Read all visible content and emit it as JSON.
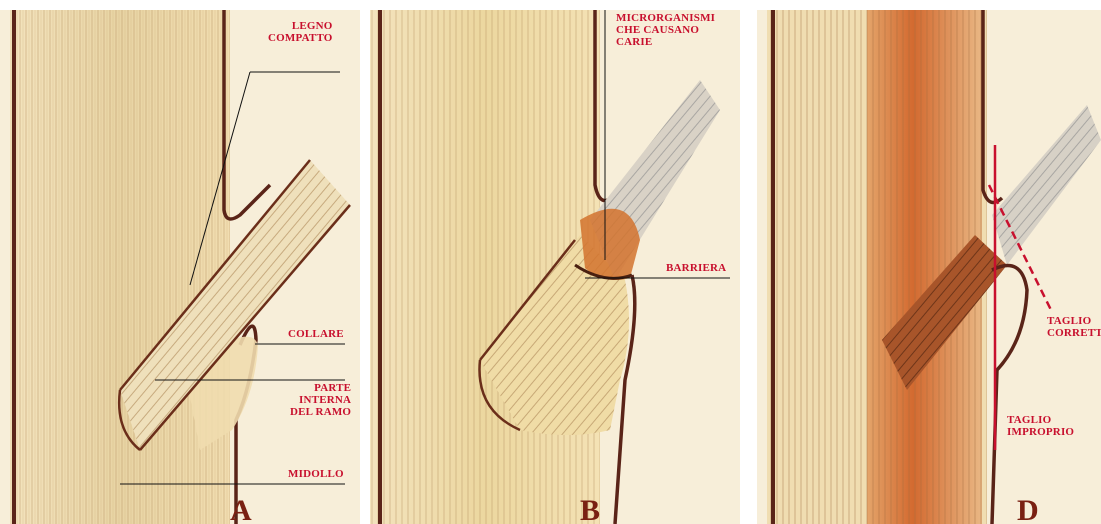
{
  "panels": [
    {
      "letter": "A",
      "labels": {
        "legno_compatto": "Legno\ncompatto",
        "collare": "Collare",
        "parte_interna": "Parte\ninterna\ndel ramo",
        "midollo": "Midollo"
      }
    },
    {
      "letter": "B",
      "labels": {
        "microrganismi": "Microrganismi\nche causano\ncarie",
        "barriera": "Barriera"
      }
    },
    {
      "letter": "D",
      "labels": {
        "taglio_corretto": "Taglio\ncorretto",
        "taglio_improprio": "Taglio\nimproprio"
      }
    }
  ],
  "colors": {
    "label_red": "#c8102e",
    "bark": "#5a2418",
    "wood_light": "#f2e0b4",
    "wood_mid": "#e9cf95",
    "decay": "#d2732e"
  }
}
